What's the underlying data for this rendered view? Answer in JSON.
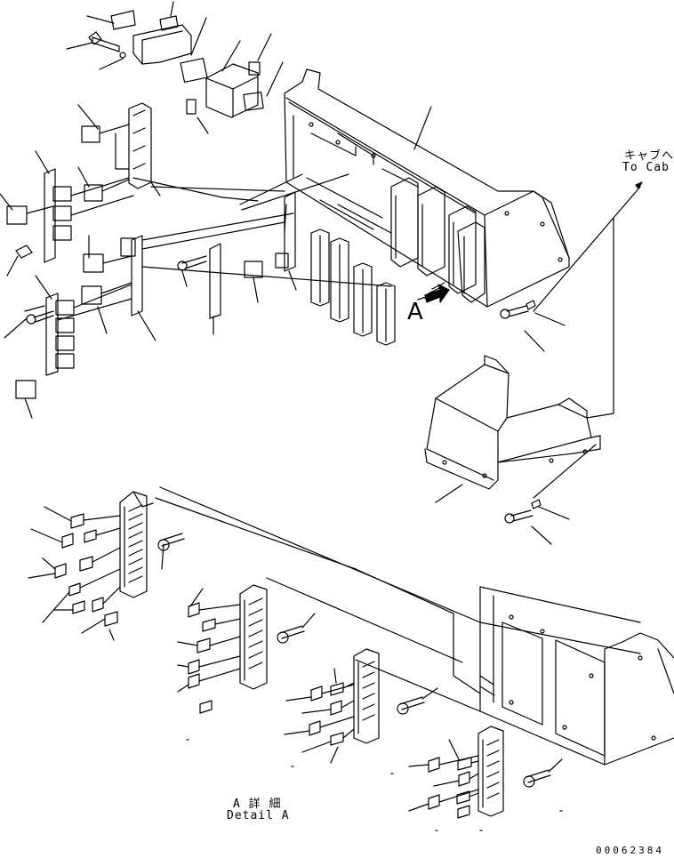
{
  "labels": {
    "to_cab_jp": "キャブへ",
    "to_cab_en": "To Cab",
    "view_marker": "A",
    "detail_jp": "A 詳 細",
    "detail_en": "Detail A",
    "figure_number": "00062384"
  },
  "style": {
    "line_color": "#000000",
    "background": "#ffffff"
  }
}
